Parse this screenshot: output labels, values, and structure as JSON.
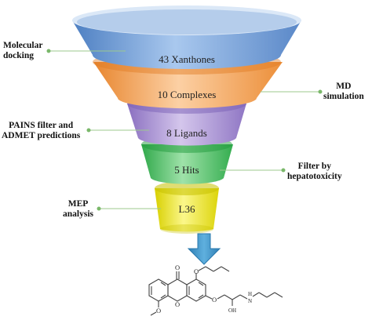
{
  "funnel": {
    "stages": [
      {
        "label": "43 Xanthones",
        "color": "#6e9ed8"
      },
      {
        "label": "10 Complexes",
        "color": "#f6a35a"
      },
      {
        "label": "8 Ligands",
        "color": "#a58ed1"
      },
      {
        "label": "5 Hits",
        "color": "#4fbf67"
      },
      {
        "label": "L36",
        "color": "#f0ea2a"
      }
    ]
  },
  "annotations": {
    "molecular_docking": {
      "line1": "Molecular",
      "line2": "docking"
    },
    "md_simulation": {
      "line1": "MD",
      "line2": "simulation"
    },
    "pains_admet": {
      "line1": "PAINS filter and",
      "line2": "ADMET predictions"
    },
    "hepatotoxicity": {
      "line1": "Filter by",
      "line2": "hepatotoxicity"
    },
    "mep": {
      "line1": "MEP",
      "line2": "analysis"
    }
  },
  "colors": {
    "connector_dot": "#7ab86a",
    "connector_line": "#9cc98e",
    "arrow": "#3d93c7",
    "bond": "#444444"
  },
  "structure": {
    "atoms": {
      "carbonyl_o": "O",
      "ring_o": "O",
      "ether_o": "O",
      "hydroxyl": "OH",
      "amine": "N",
      "amine_h": "H",
      "methoxy_o": "O"
    }
  }
}
